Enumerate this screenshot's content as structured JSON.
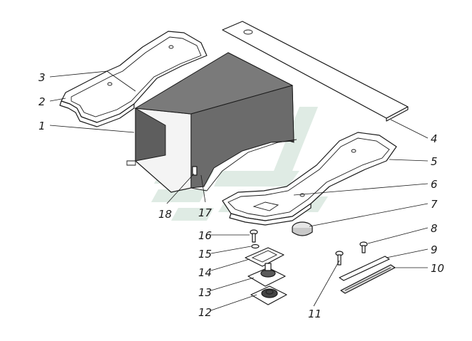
{
  "colors": {
    "line": "#1a1a1a",
    "shade": "#6b6b6b",
    "watermark": "#8fb9a0",
    "background": "#ffffff"
  },
  "callouts": {
    "c1": "1",
    "c2": "2",
    "c3": "3",
    "c4": "4",
    "c5": "5",
    "c6": "6",
    "c7": "7",
    "c8": "8",
    "c9": "9",
    "c10": "10",
    "c11": "11",
    "c12": "12",
    "c13": "13",
    "c14": "14",
    "c15": "15",
    "c16": "16",
    "c17": "17",
    "c18": "18"
  }
}
